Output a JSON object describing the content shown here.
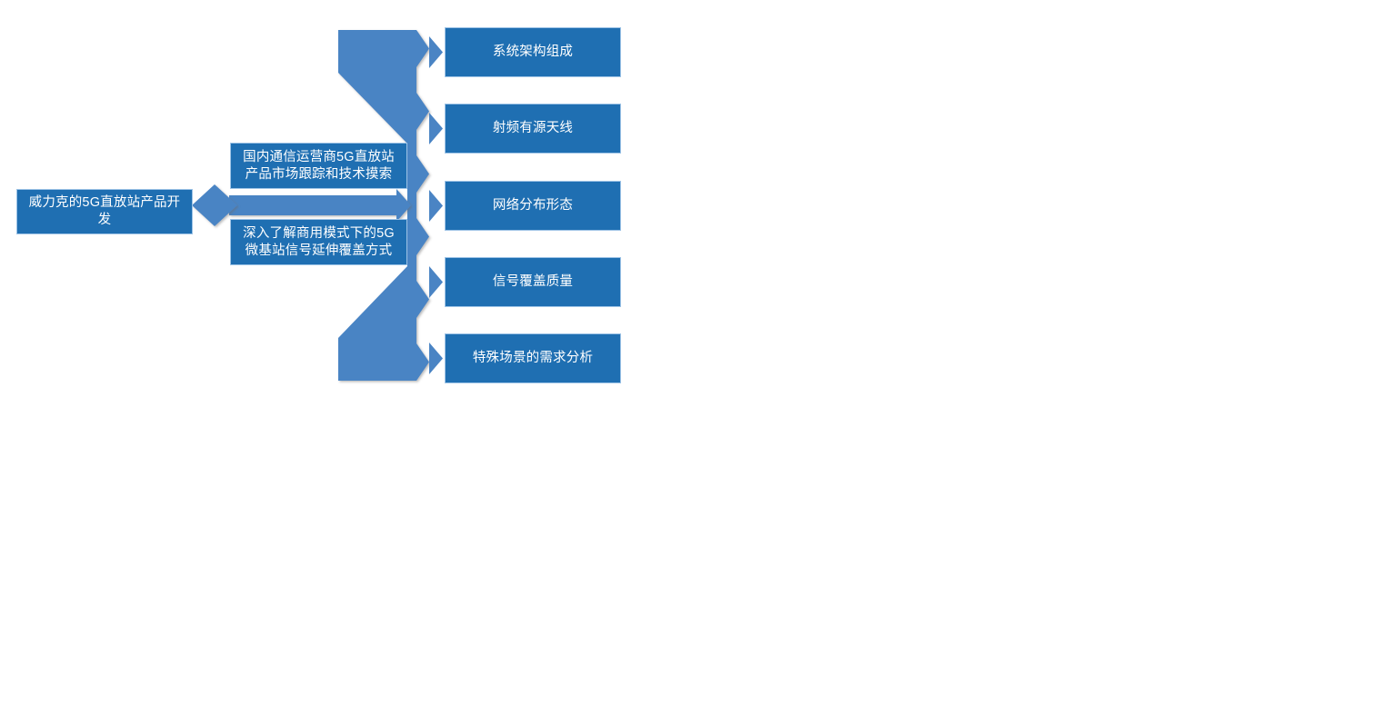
{
  "diagram": {
    "type": "horizontal-hierarchy-flow",
    "title_text": "威力克的5G直放站产品开发",
    "colors": {
      "node_fill": "#1F6FB2",
      "node_border": "#9DC3E6",
      "connector_fill": "#4A84C4",
      "connector_shadow": "#3D73AE",
      "text": "#FFFFFF",
      "background": "#FFFFFF"
    },
    "root": {
      "label": "威力克的5G直放站产品开发"
    },
    "middle": [
      {
        "label": "国内通信运营商5G直放站产品市场跟踪和技术摸索"
      },
      {
        "label": "深入了解商用模式下的5G微基站信号延伸覆盖方式"
      }
    ],
    "leaves": [
      {
        "label": "系统架构组成"
      },
      {
        "label": "射频有源天线"
      },
      {
        "label": "网络分布形态"
      },
      {
        "label": "信号覆盖质量"
      },
      {
        "label": "特殊场景的需求分析"
      }
    ],
    "connectors": {
      "root_to_middle": "diamond-chevron-connector",
      "middle_to_leaves": "fan-out-chevron-connector",
      "leaf_arrows": "chevron-arrow-icon"
    }
  }
}
